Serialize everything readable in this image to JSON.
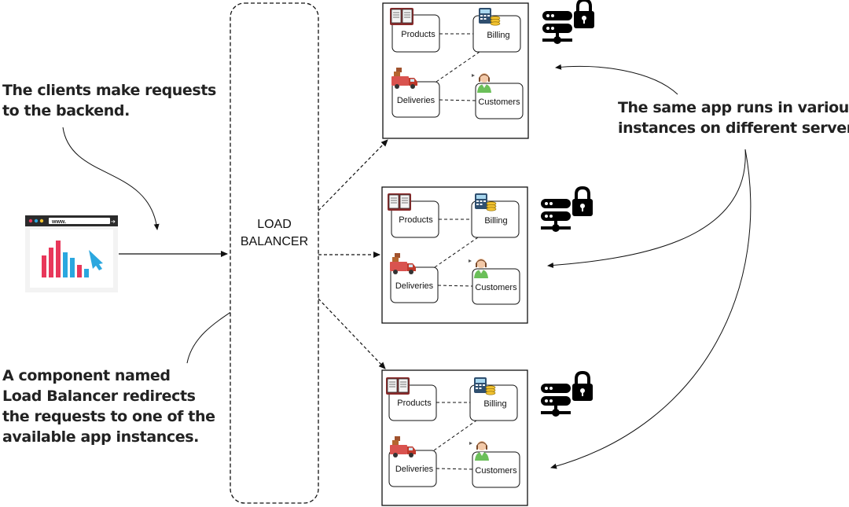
{
  "annotations": {
    "clients_line1": "The clients make requests",
    "clients_line2": "to the backend.",
    "lb_line1": "A component named",
    "lb_line2": "Load Balancer redirects",
    "lb_line3": "the requests to one of the",
    "lb_line4": "available app instances.",
    "instances_line1": "The same app runs in various",
    "instances_line2": "instances on different servers."
  },
  "load_balancer": {
    "line1": "LOAD",
    "line2": "BALANCER"
  },
  "browser": {
    "url": "www."
  },
  "instances": [
    {
      "products": "Products",
      "billing": "Billing",
      "deliveries": "Deliveries",
      "customers": "Customers"
    },
    {
      "products": "Products",
      "billing": "Billing",
      "deliveries": "Deliveries",
      "customers": "Customers"
    },
    {
      "products": "Products",
      "billing": "Billing",
      "deliveries": "Deliveries",
      "customers": "Customers"
    }
  ],
  "icons": {
    "browser": "browser-chart-icon",
    "server_lock": "server-lock-icon",
    "products": "book-icon",
    "billing": "calculator-coins-icon",
    "deliveries": "delivery-truck-icon",
    "customers": "customer-person-icon"
  },
  "colors": {
    "bar_red": "#e8375a",
    "bar_blue": "#2ba7df",
    "arrow_cursor": "#2ba7df",
    "truck": "#d9534f",
    "line": "#111111"
  }
}
